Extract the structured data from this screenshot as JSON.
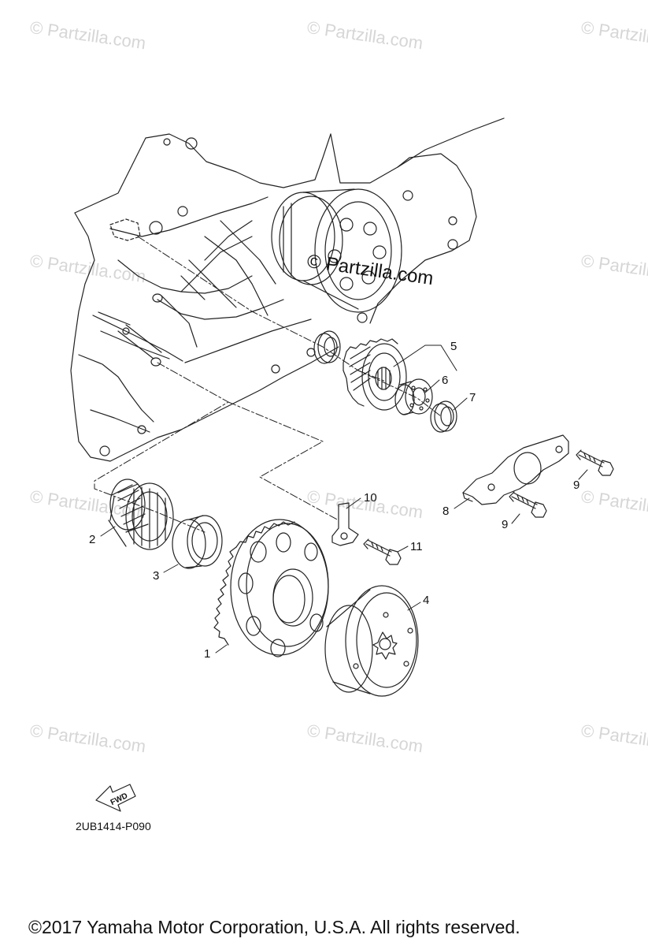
{
  "watermark": {
    "text": "© Partzilla.com"
  },
  "callouts": [
    {
      "number": "1"
    },
    {
      "number": "2"
    },
    {
      "number": "3"
    },
    {
      "number": "4"
    },
    {
      "number": "5"
    },
    {
      "number": "6"
    },
    {
      "number": "7"
    },
    {
      "number": "8"
    },
    {
      "number": "9"
    },
    {
      "number": "9"
    },
    {
      "number": "10"
    },
    {
      "number": "11"
    }
  ],
  "direction_badge": {
    "label": "FWD"
  },
  "diagram_code": "2UB1414-P090",
  "footer": {
    "copyright": "©2017  Yamaha Motor Corporation, U.S.A. All rights reserved."
  }
}
